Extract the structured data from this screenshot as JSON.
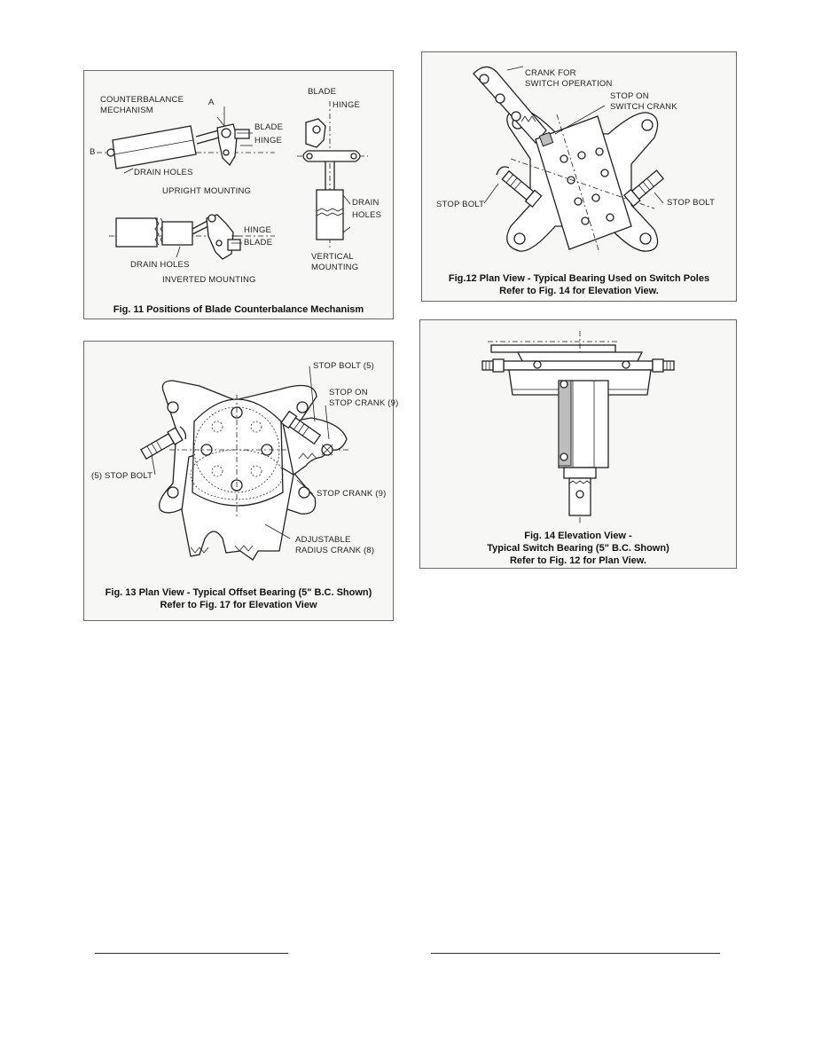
{
  "fig11": {
    "labels": {
      "counterbalance": "COUNTERBALANCE",
      "mechanism": "MECHANISM",
      "a": "A",
      "b": "B",
      "blade": "BLADE",
      "hinge": "HINGE",
      "drain_holes": "DRAIN HOLES",
      "upright_mounting": "UPRIGHT MOUNTING",
      "inv_hinge": "HINGE",
      "inv_blade": "BLADE",
      "inv_drain_holes": "DRAIN HOLES",
      "inverted_mounting": "INVERTED MOUNTING",
      "v_blade": "BLADE",
      "v_hinge": "HINGE",
      "v_drain": "DRAIN",
      "v_holes": "HOLES",
      "vertical": "VERTICAL",
      "mounting": "MOUNTING"
    },
    "caption": "Fig. 11   Positions of Blade Counterbalance Mechanism"
  },
  "fig12": {
    "labels": {
      "crank_for": "CRANK FOR",
      "switch_operation": "SWITCH OPERATION",
      "stop_on": "STOP ON",
      "switch_crank": "SWITCH CRANK",
      "stop_bolt_left": "STOP BOLT",
      "stop_bolt_right": "STOP BOLT"
    },
    "caption_line1": "Fig.12   Plan View - Typical Bearing Used on Switch Poles",
    "caption_line2": "Refer to Fig. 14 for Elevation View."
  },
  "fig13": {
    "labels": {
      "stop_bolt_5": "STOP BOLT (5)",
      "stop_on": "STOP ON",
      "stop_crank_9_top": "STOP CRANK (9)",
      "stop_bolt_left": "(5) STOP BOLT",
      "stop_crank_9": "STOP CRANK (9)",
      "adjustable": "ADJUSTABLE",
      "radius_crank": "RADIUS CRANK (8)"
    },
    "caption_line1": "Fig. 13   Plan View - Typical Offset Bearing (5\" B.C. Shown)",
    "caption_line2": "Refer to Fig. 17 for Elevation View"
  },
  "fig14": {
    "caption_line1": "Fig. 14   Elevation View -",
    "caption_line2": "Typical Switch Bearing (5\" B.C. Shown)",
    "caption_line3": "Refer to Fig. 12 for Plan View."
  }
}
